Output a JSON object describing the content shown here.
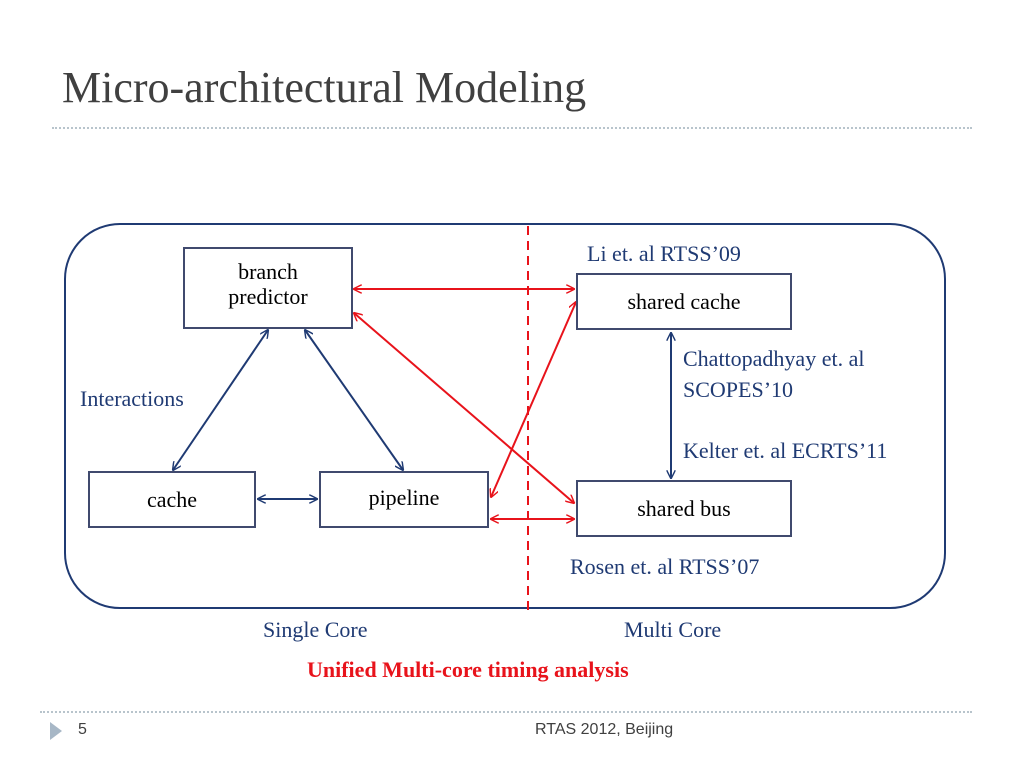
{
  "slide": {
    "title": "Micro-architectural Modeling",
    "page_number": "5",
    "footer": "RTAS 2012, Beijing"
  },
  "diagram": {
    "boxes": {
      "branch_predictor": "branch\npredictor",
      "cache": "cache",
      "pipeline": "pipeline",
      "shared_cache": "shared cache",
      "shared_bus": "shared bus"
    },
    "labels": {
      "interactions": "Interactions",
      "li": "Li et. al RTSS’09",
      "chattopadhyay_1": "Chattopadhyay et. al",
      "chattopadhyay_2": "SCOPES’10",
      "kelter": "Kelter et. al ECRTS’11",
      "rosen": "Rosen et. al RTSS’07",
      "single_core": "Single Core",
      "multi_core": "Multi Core",
      "unified": "Unified Multi-core timing analysis"
    }
  },
  "colors": {
    "navy": "#1f3a73",
    "red": "#e8131b",
    "box_border": "#404a6e",
    "title": "#404040"
  }
}
